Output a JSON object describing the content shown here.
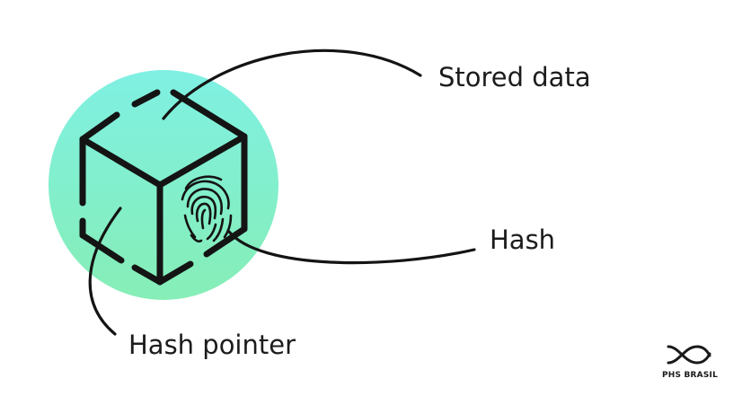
{
  "labels": {
    "stored_data": "Stored data",
    "hash": "Hash",
    "hash_pointer": "Hash pointer"
  },
  "logo": {
    "text": "PHS BRASIL"
  },
  "colors": {
    "circle_top": "#7ff0e3",
    "circle_bottom": "#86eeb6",
    "stroke": "#141414",
    "text": "#1c1c1c"
  },
  "icons": {
    "cube": "cube-icon",
    "fingerprint": "fingerprint-icon",
    "logo": "phs-brasil-logo-icon"
  }
}
